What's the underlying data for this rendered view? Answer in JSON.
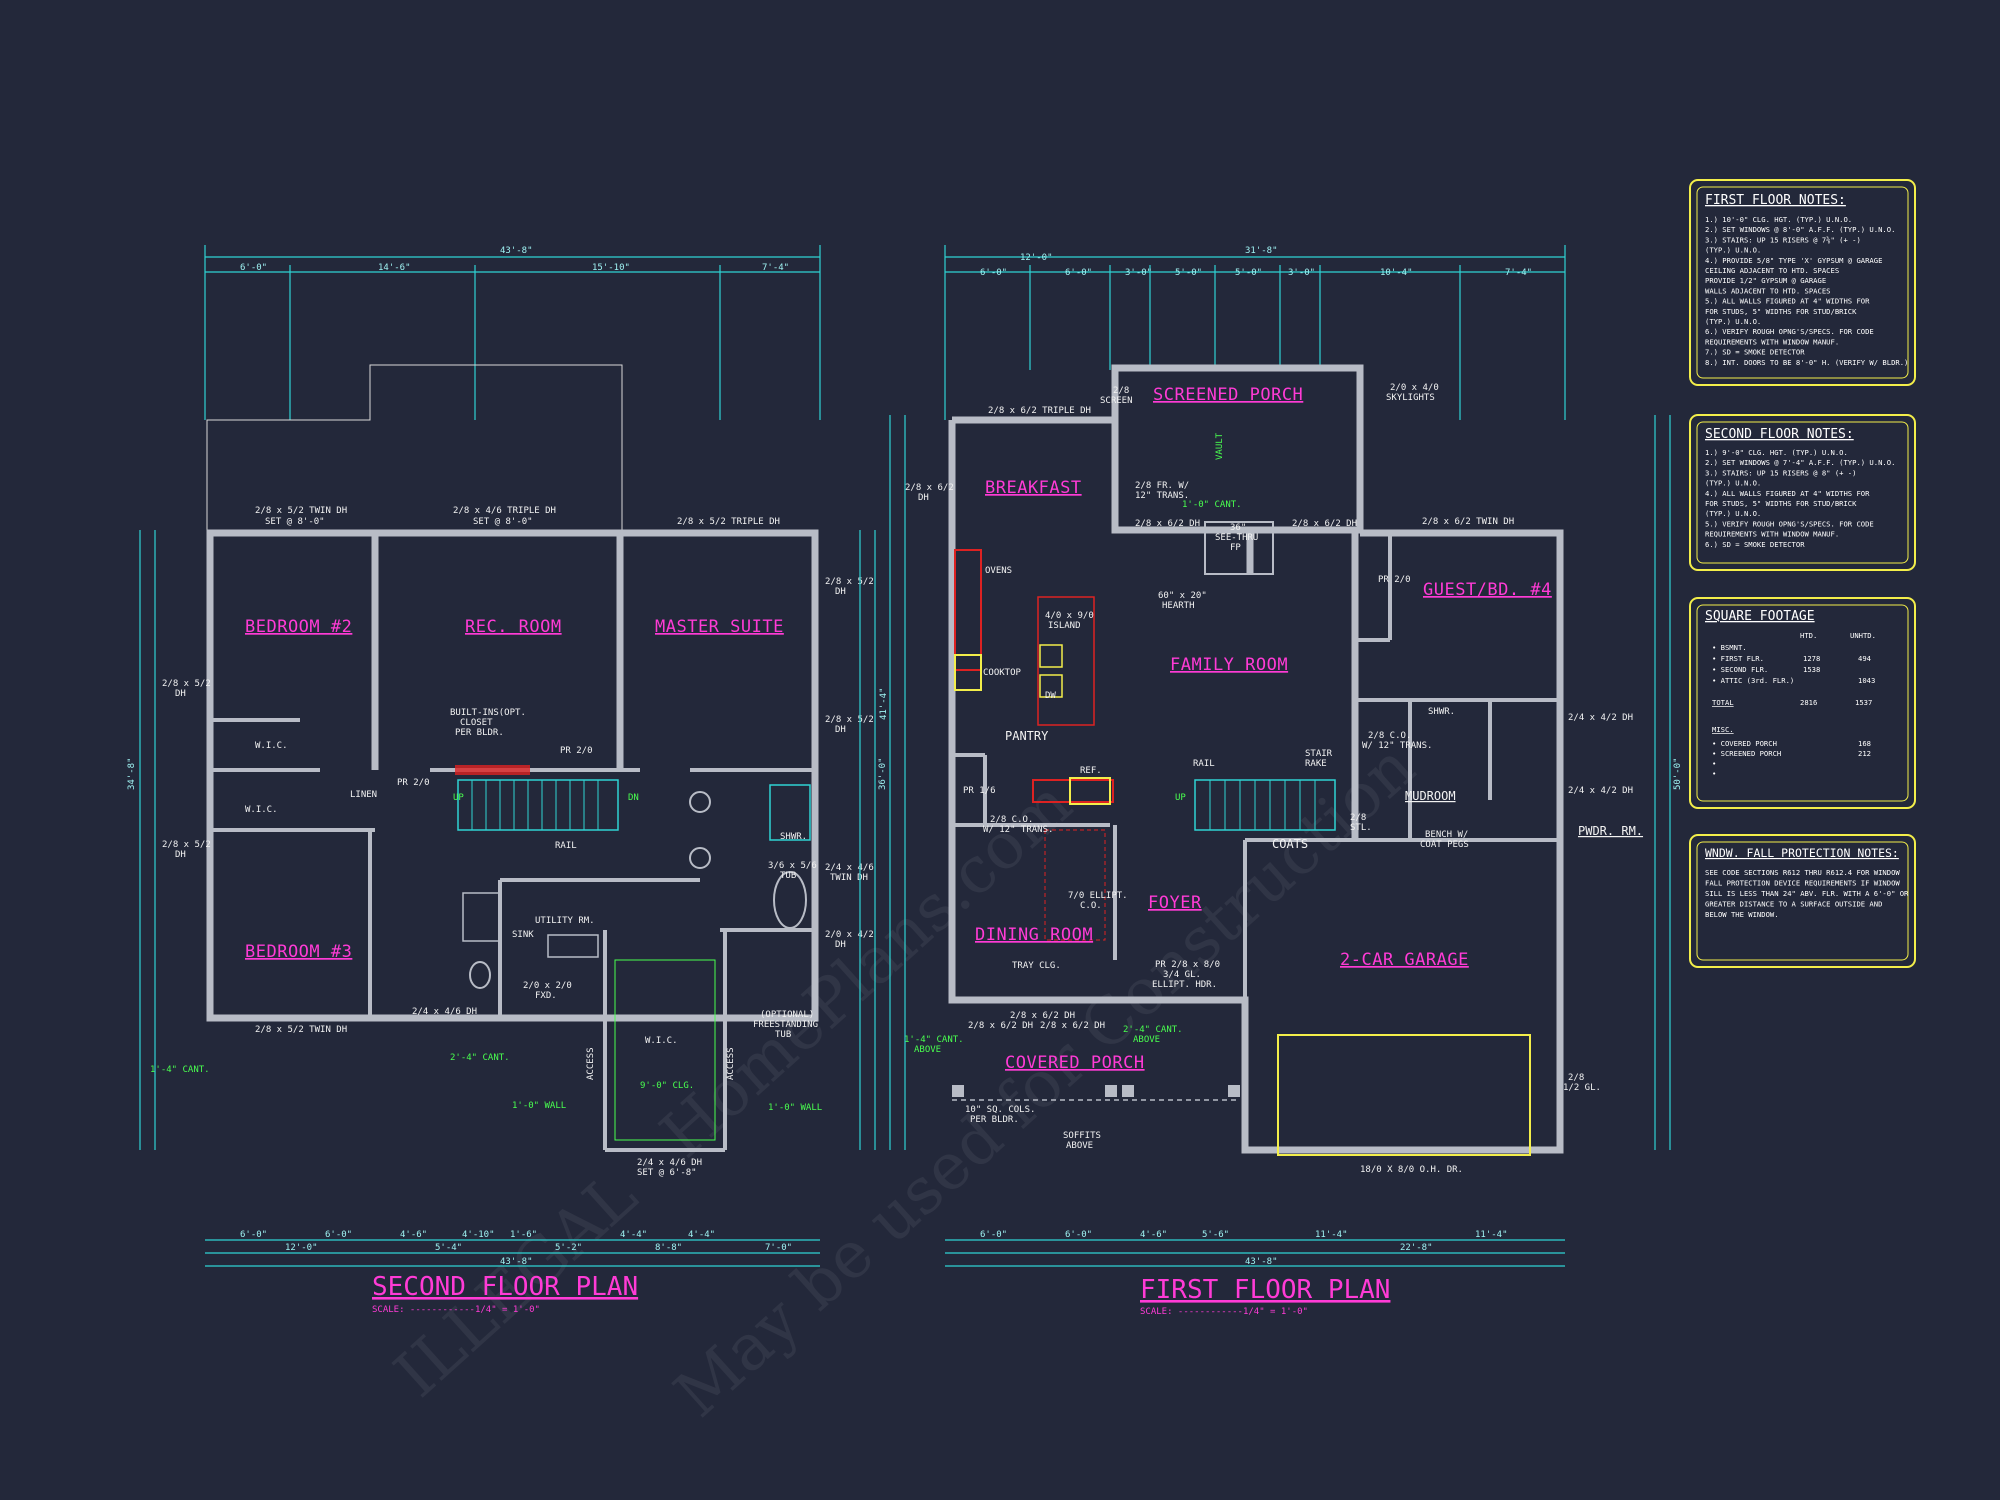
{
  "second_floor": {
    "title": "SECOND FLOOR PLAN",
    "scale": "SCALE: ------------1/4\" = 1'-0\"",
    "overall_dim": "43'-8\"",
    "top_dims": [
      "6'-0\"",
      "14'-6\"",
      "15'-10\"",
      "7'-4\""
    ],
    "bottom_dims": [
      "6'-0\"",
      "12'-0\"",
      "6'-0\"",
      "4'-6\"",
      "5'-4\"",
      "4'-10\"",
      "1'-6\"",
      "5'-2\"",
      "4'-4\"",
      "8'-8\"",
      "4'-4\"",
      "7'-0\""
    ],
    "bottom_overall": "43'-8\"",
    "left_overall": "34'-8\"",
    "right_overall": "36'-0\"",
    "rooms": {
      "bedroom2": "BEDROOM #2",
      "rec_room": "REC. ROOM",
      "master_suite": "MASTER SUITE",
      "bedroom3": "BEDROOM #3",
      "utility": "UTILITY RM.",
      "wic1": "W.I.C.",
      "wic2": "W.I.C.",
      "wic3": "W.I.C.",
      "linen": "LINEN"
    },
    "labels": {
      "win1": "2/8 x 5/2 TWIN DH",
      "win1b": "SET @ 8'-0\"",
      "win2": "2/8 x 4/6 TRIPLE DH",
      "win2b": "SET @ 8'-0\"",
      "win3": "2/8 x 5/2 TRIPLE DH",
      "win_left1": "2/8 x 5/2",
      "win_left1b": "DH",
      "win_left2": "2/8 x 5/2",
      "win_left2b": "DH",
      "win_right1": "2/8 x 5/2",
      "win_right1b": "DH",
      "win_right2": "2/8 x 5/2",
      "win_right2b": "DH",
      "win_right3": "2/4 x 4/6",
      "win_right3b": "TWIN DH",
      "win_right4": "2/0 x 4/2",
      "win_right4b": "DH",
      "win_bottom1": "2/8 x 5/2 TWIN DH",
      "win_bottom2": "2/4 x 4/6 DH",
      "win_bottom3": "2/4 x 4/6 DH",
      "win_bottom3b": "SET @ 6'-8\"",
      "builtin": "BUILT-INS(OPT.",
      "builtin2": "CLOSET",
      "builtin3": "PER BLDR.",
      "sink": "SINK",
      "fxd": "2/0 x 2/0",
      "fxd2": "FXD.",
      "rail": "RAIL",
      "tub": "3/6 x 5/6",
      "tub2": "TUB",
      "optional": "(OPTIONAL)",
      "optional2": "FREESTANDING",
      "optional3": "TUB",
      "shwr": "SHWR.",
      "access1": "ACCESS",
      "access2": "ACCESS",
      "up": "UP",
      "dn": "DN",
      "pr20": "PR 2/0",
      "pr20b": "PR 2/0"
    },
    "green": {
      "cant1": "1'-4\" CANT.",
      "cant2": "2'-4\" CANT.",
      "wall1": "1'-0\" WALL",
      "wall2": "1'-0\" WALL",
      "clg": "9'-0\" CLG."
    }
  },
  "first_floor": {
    "title": "FIRST FLOOR PLAN",
    "scale": "SCALE: ------------1/4\" = 1'-0\"",
    "overall_dim": "31'-8\"",
    "top_dims": [
      "12'-0\"",
      "6'-0\"",
      "6'-0\"",
      "3'-0\"",
      "5'-0\"",
      "5'-0\"",
      "3'-0\"",
      "10'-4\"",
      "7'-4\""
    ],
    "bottom_dims": [
      "6'-0\"",
      "6'-0\"",
      "4'-6\"",
      "5'-6\"",
      "11'-4\"",
      "22'-8\"",
      "11'-4\""
    ],
    "bottom_overall": "43'-8\"",
    "left_overall": "41'-4\"",
    "right_overall": "50'-0\"",
    "rooms": {
      "screened_porch": "SCREENED PORCH",
      "breakfast": "BREAKFAST",
      "family_room": "FAMILY ROOM",
      "guest": "GUEST/BD. #4",
      "dining": "DINING ROOM",
      "foyer": "FOYER",
      "garage": "2-CAR GARAGE",
      "covered_porch": "COVERED PORCH",
      "mudroom": "MUDROOM",
      "pwdr": "PWDR. RM.",
      "pantry": "PANTRY",
      "coats": "COATS"
    },
    "labels": {
      "triple_dh": "2/8 x 6/2 TRIPLE DH",
      "screen": "2/8",
      "screen2": "SCREEN",
      "skylights": "2/0 x 4/0",
      "skylights2": "SKYLIGHTS",
      "breakfast_win": "2/8 x 6/2",
      "breakfast_win2": "DH",
      "fr": "2/8 FR. W/",
      "fr2": "12\" TRANS.",
      "dh1": "2/8 x 6/2 DH",
      "dh2": "2/8 x 6/2 DH",
      "seethru": "36\"",
      "seethru2": "SEE-THRU",
      "seethru3": "FP",
      "hearth": "60\" x 20\"",
      "hearth2": "HEARTH",
      "ovens": "OVENS",
      "island": "4/0 x 9/0",
      "island2": "ISLAND",
      "dw": "DW",
      "cooktop": "COOKTOP",
      "ref": "REF.",
      "pr16": "PR 1/6",
      "co": "2/8 C.O.",
      "co2": "W/ 12\" TRANS.",
      "elliptical": "7/0 ELLIPT.",
      "elliptical2": "C.O.",
      "tray": "TRAY CLG.",
      "rail": "RAIL",
      "stair": "STAIR",
      "stair2": "RAKE",
      "up": "UP",
      "twin": "2/8 x 6/2 TWIN DH",
      "pr20": "PR 2/0",
      "co_guest": "2/8 C.O.",
      "co_guest2": "W/ 12\" TRANS.",
      "shwr": "SHWR.",
      "stl": "2/8",
      "stl2": "STL.",
      "bench": "BENCH W/",
      "bench2": "COAT PEGS",
      "dh_right1": "2/4 x 4/2 DH",
      "dh_right2": "2/4 x 4/2 DH",
      "glass": "2/8",
      "glass2": "1/2 GL.",
      "door": "PR 2/8 x 8/0",
      "door2": "3/4 GL.",
      "door3": "ELLIPT. HDR.",
      "dining_dh1": "2/8 x 6/2 DH",
      "dining_dh2": "2/8 x 6/2 DH",
      "dining_dh3": "2/8 x 6/2 DH",
      "cols": "10\" SQ. COLS.",
      "cols2": "PER BLDR.",
      "soffits": "SOFFITS",
      "soffits2": "ABOVE",
      "garage_door": "18/0 X 8/0 O.H. DR."
    },
    "green": {
      "cant1": "1'-0\" CANT.",
      "cant2": "1'-4\" CANT.",
      "cant2b": "ABOVE",
      "cant3": "2'-4\" CANT.",
      "cant3b": "ABOVE",
      "vault": "VAULT"
    }
  },
  "notes": {
    "first_floor": {
      "title": "FIRST FLOOR NOTES:",
      "lines": [
        "1.) 10'-0\" CLG. HGT. (TYP.) U.N.O.",
        "2.) SET WINDOWS @ 8'-0\" A.F.F. (TYP.) U.N.O.",
        "3.) STAIRS: UP 15 RISERS @ 7⅜\" (+ -)",
        "    (TYP.) U.N.O.",
        "4.) PROVIDE 5/8\" TYPE 'X' GYPSUM @ GARAGE",
        "    CEILING ADJACENT TO HTD. SPACES",
        "    PROVIDE 1/2\" GYPSUM @ GARAGE",
        "    WALLS ADJACENT TO HTD. SPACES",
        "5.) ALL WALLS FIGURED AT 4\" WIDTHS FOR",
        "    FOR STUDS, 5\" WIDTHS FOR STUD/BRICK",
        "    (TYP.) U.N.O.",
        "6.) VERIFY ROUGH OPNG'S/SPECS. FOR CODE",
        "    REQUIREMENTS WITH WINDOW MANUF.",
        "7.) SD = SMOKE DETECTOR",
        "8.) INT. DOORS TO BE 8'-0\" H. (VERIFY W/ BLDR.)"
      ]
    },
    "second_floor": {
      "title": "SECOND FLOOR NOTES:",
      "lines": [
        "1.) 9'-0\" CLG. HGT. (TYP.) U.N.O.",
        "2.) SET WINDOWS @ 7'-4\" A.F.F. (TYP.) U.N.O.",
        "3.) STAIRS: UP 15 RISERS @ 8\" (+ -)",
        "    (TYP.) U.N.O.",
        "4.) ALL WALLS FIGURED AT 4\" WIDTHS FOR",
        "    FOR STUDS, 5\" WIDTHS FOR STUD/BRICK",
        "    (TYP.) U.N.O.",
        "5.) VERIFY ROUGH OPNG'S/SPECS. FOR CODE",
        "    REQUIREMENTS WITH WINDOW MANUF.",
        "6.) SD = SMOKE DETECTOR"
      ]
    },
    "square_footage": {
      "title": "SQUARE FOOTAGE",
      "col_htd": "HTD.",
      "col_unhtd": "UNHTD.",
      "rows": [
        {
          "label": "• BSMNT.",
          "htd": "",
          "unhtd": ""
        },
        {
          "label": "• FIRST FLR.",
          "htd": "1278",
          "unhtd": "494"
        },
        {
          "label": "• SECOND FLR.",
          "htd": "1538",
          "unhtd": ""
        },
        {
          "label": "• ATTIC (3rd. FLR.)",
          "htd": "",
          "unhtd": "1043"
        }
      ],
      "total_label": "TOTAL",
      "total_htd": "2816",
      "total_unhtd": "1537",
      "misc_label": "MISC.",
      "misc": [
        {
          "label": "• COVERED PORCH",
          "value": "168"
        },
        {
          "label": "• SCREENED PORCH",
          "value": "212"
        },
        {
          "label": "•",
          "value": ""
        },
        {
          "label": "•",
          "value": ""
        }
      ]
    },
    "window_fall": {
      "title": "WNDW. FALL PROTECTION NOTES:",
      "lines": [
        "SEE CODE SECTIONS R612 THRU R612.4 FOR WINDOW",
        "FALL PROTECTION DEVICE REQUIREMENTS IF WINDOW",
        "SILL IS LESS THAN 24\" ABV. FLR. WITH A 6'-0\" OR",
        "GREATER DISTANCE TO A SURFACE OUTSIDE AND",
        "BELOW THE WINDOW."
      ]
    }
  },
  "colors": {
    "background": "#23283a",
    "dimension": "#2fd3d3",
    "wall": "#b8bcc6",
    "room_label": "#ff3bd6",
    "green_note": "#49ff4f",
    "note_border": "#f3ee4a"
  }
}
